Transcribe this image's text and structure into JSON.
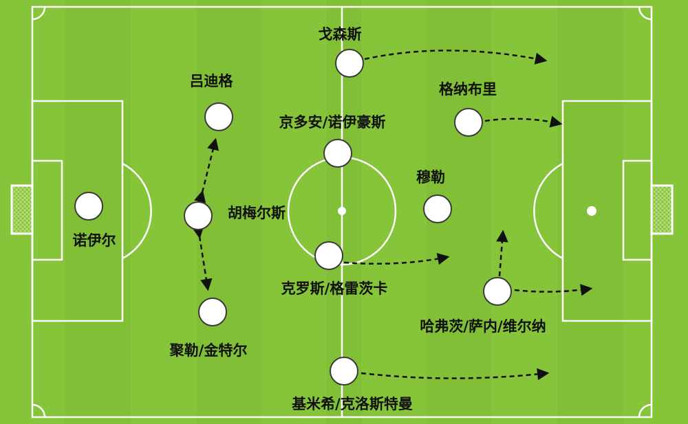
{
  "players": [
    {
      "id": "gk",
      "name": "诺伊尔"
    },
    {
      "id": "cb1",
      "name": "吕迪格"
    },
    {
      "id": "cb2",
      "name": "胡梅尔斯"
    },
    {
      "id": "cb3",
      "name": "聚勒/金特尔"
    },
    {
      "id": "cm1",
      "name": "京多安/诺伊豪斯"
    },
    {
      "id": "cm2",
      "name": "克罗斯/格雷茨卡"
    },
    {
      "id": "lw",
      "name": "戈森斯"
    },
    {
      "id": "rwb",
      "name": "基米希/克洛斯特曼"
    },
    {
      "id": "am1",
      "name": "格纳布里"
    },
    {
      "id": "st",
      "name": "穆勒"
    },
    {
      "id": "am2",
      "name": "哈弗茨/萨内/维尔纳"
    }
  ],
  "colors": {
    "grass": "#86c43a",
    "grass_stripe": "#7dbb33",
    "line": "#ffffff",
    "arrow": "#111111"
  }
}
